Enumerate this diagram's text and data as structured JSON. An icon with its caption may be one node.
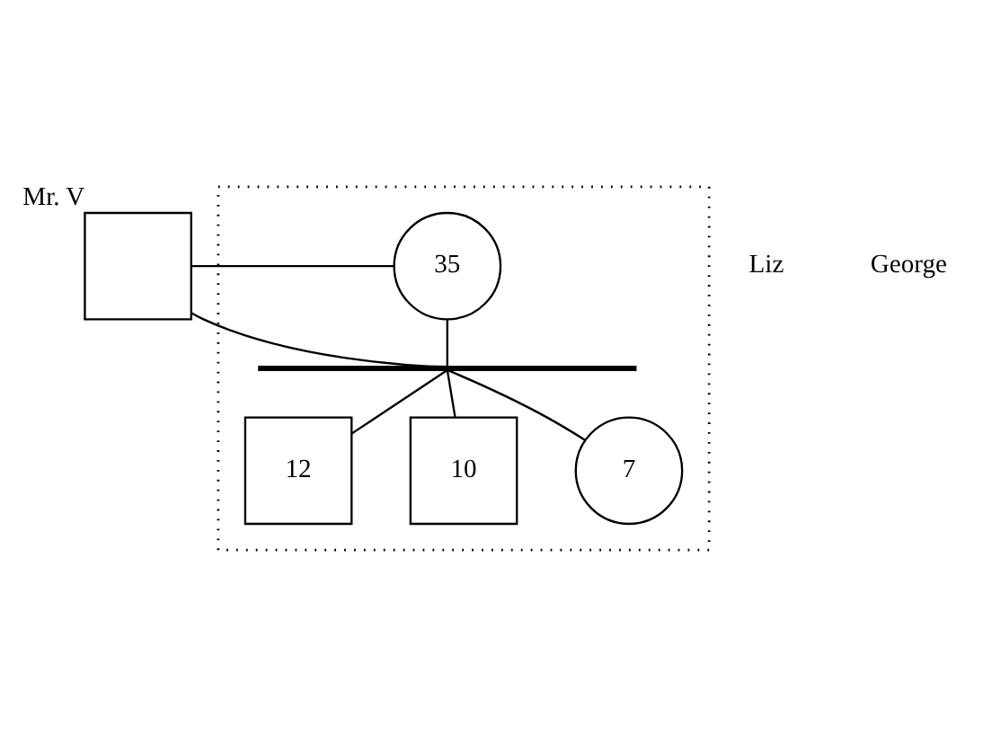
{
  "diagram": {
    "nodes": [
      {
        "text": [],
        "shape": "box"
      },
      {
        "text": [],
        "shape": "box",
        "beside": [
          "Mr. V"
        ]
      },
      {
        "text": [
          "35"
        ],
        "in": 0
      },
      {
        "text": [],
        "shape": "bar",
        "in": 0
      },
      {
        "text": [
          "12"
        ],
        "in": 0
      },
      {
        "text": [
          "10"
        ],
        "in": 0
      },
      {
        "text": [
          "7"
        ],
        "in": 0
      }
    ],
    "edges": [
      {
        "from": 1,
        "to": 2,
        "arrow": "none"
      },
      {
        "from": 1,
        "to": 3,
        "arrow": "none"
      },
      {
        "from": 2,
        "to": 3,
        "arrow": "none"
      },
      {
        "from": 3,
        "to": 4,
        "arrow": "none"
      },
      {
        "from": 3,
        "to": 5,
        "arrow": "none"
      },
      {
        "from": 3,
        "to": 6,
        "arrow": "none"
      }
    ],
    "labels": [
      "Liz",
      "George"
    ]
  }
}
